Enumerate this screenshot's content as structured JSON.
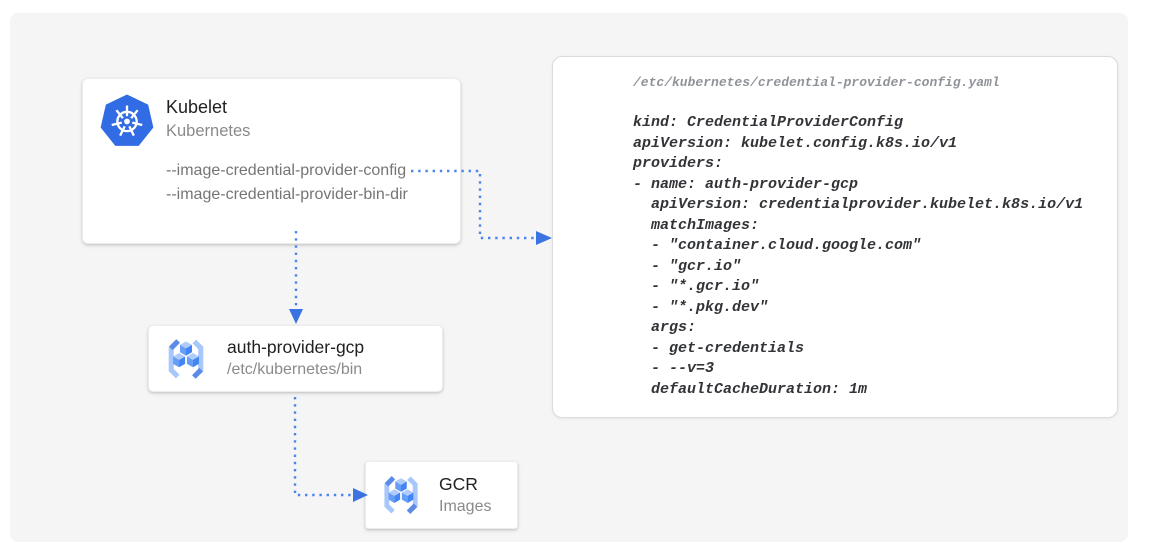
{
  "kubelet_card": {
    "title": "Kubelet",
    "subtitle": "Kubernetes",
    "flags": [
      "--image-credential-provider-config",
      "--image-credential-provider-bin-dir"
    ]
  },
  "auth_provider_card": {
    "title": "auth-provider-gcp",
    "subtitle": "/etc/kubernetes/bin"
  },
  "gcr_card": {
    "title": "GCR",
    "subtitle": "Images"
  },
  "code_panel": {
    "filename": "/etc/kubernetes/credential-provider-config.yaml",
    "code": "kind: CredentialProviderConfig\napiVersion: kubelet.config.k8s.io/v1\nproviders:\n- name: auth-provider-gcp\n  apiVersion: credentialprovider.kubelet.k8s.io/v1\n  matchImages:\n  - \"container.cloud.google.com\"\n  - \"gcr.io\"\n  - \"*.gcr.io\"\n  - \"*.pkg.dev\"\n  args:\n  - get-credentials\n  - --v=3\n  defaultCacheDuration: 1m"
  },
  "icons": {
    "kubernetes_logo": "kubernetes-helm-wheel",
    "registry_icon": "container-registry-cubes"
  },
  "colors": {
    "canvas_bg": "#F5F5F5",
    "arrow_dots": "#4A84EE",
    "arrow_head": "#3B73E3",
    "kubernetes_blue": "#326CE5",
    "title_text": "#212121",
    "muted_text": "#757575",
    "code_text": "#323438",
    "code_filename": "#8F9399"
  }
}
